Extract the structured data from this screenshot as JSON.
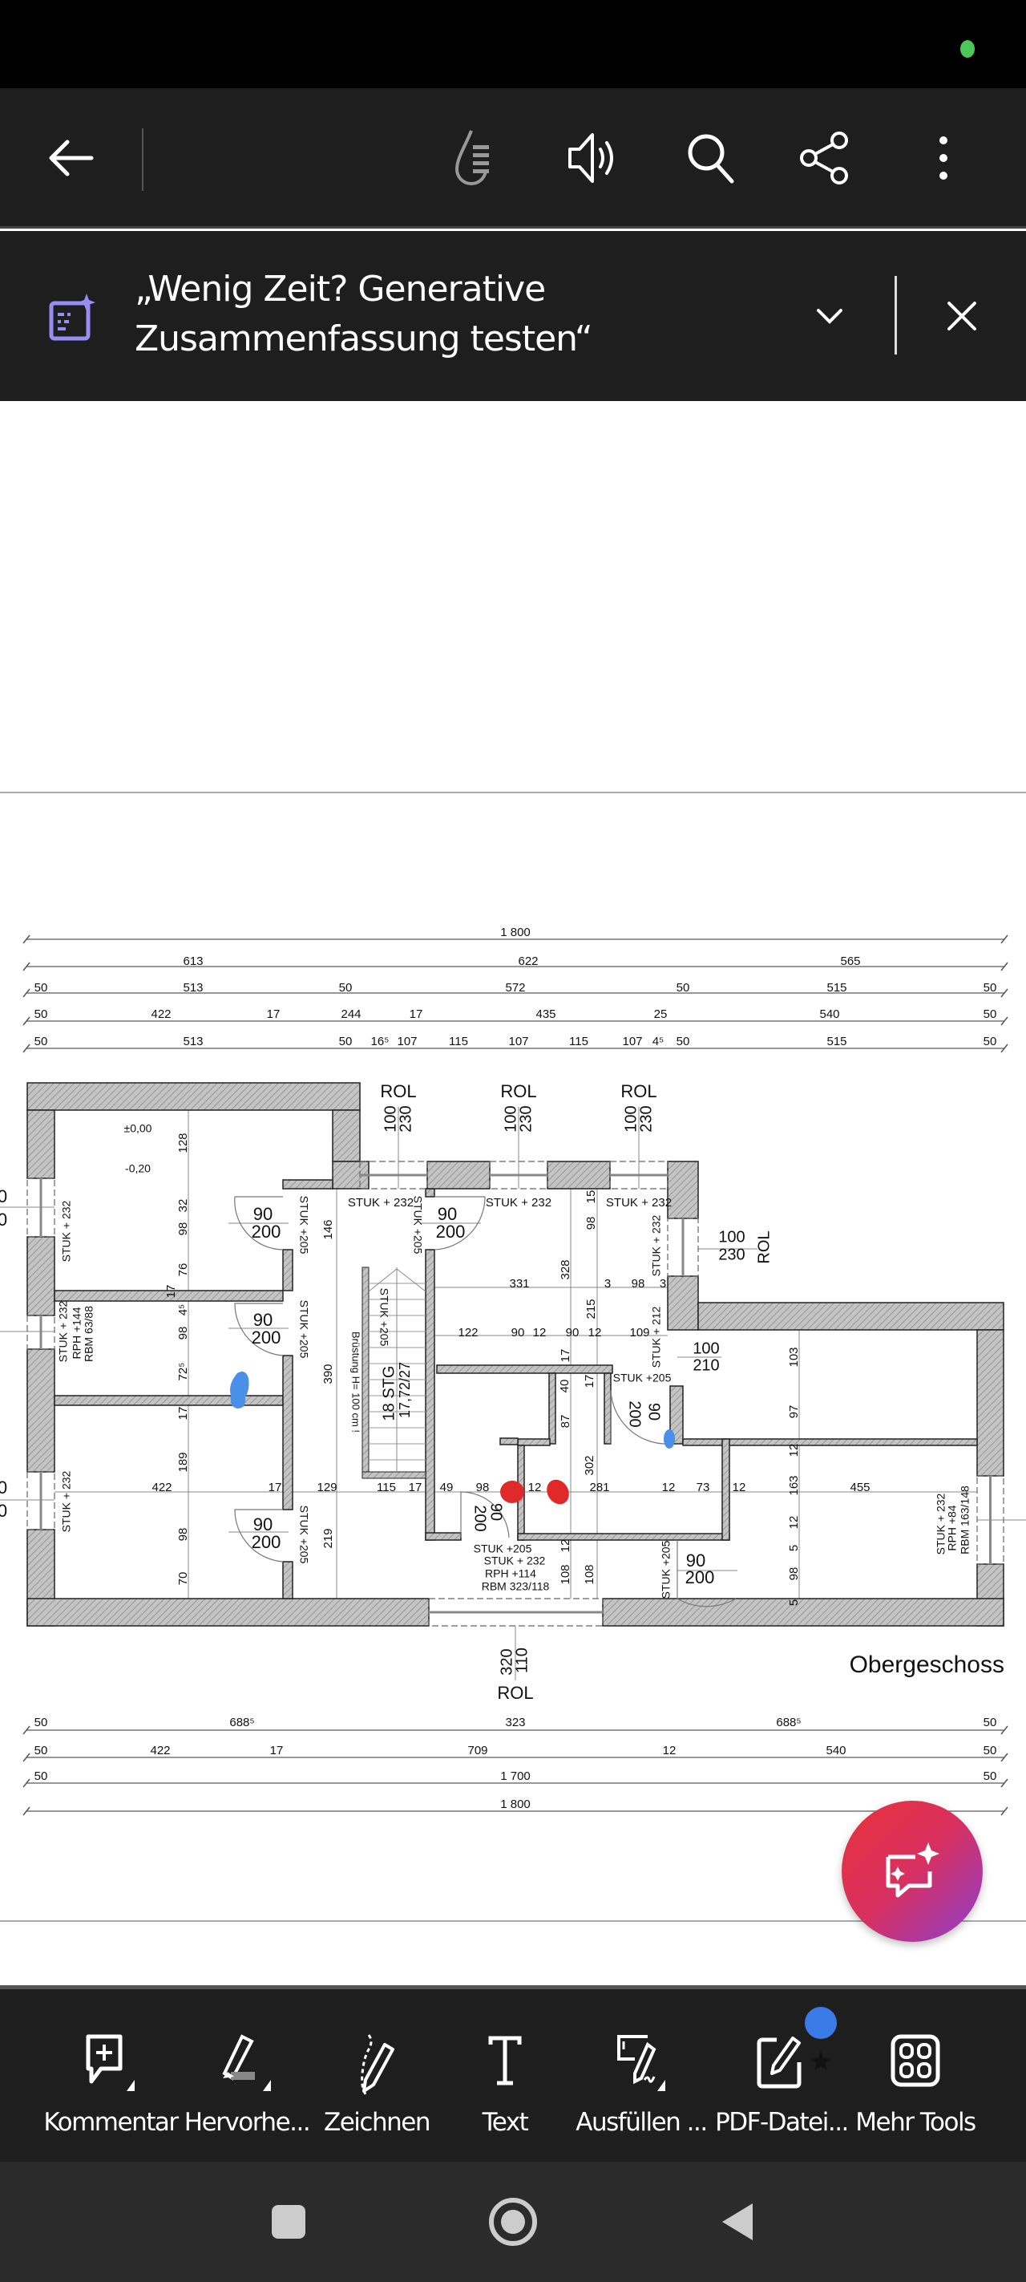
{
  "header": {
    "back_icon": "arrow-left-icon",
    "actions": [
      "liquid-mode-icon",
      "read-aloud-icon",
      "search-icon",
      "share-icon",
      "more-icon"
    ]
  },
  "banner": {
    "line1": "„Wenig Zeit? Generative",
    "line2": "Zusammenfassung testen“",
    "icon": "ai-summary-icon",
    "accent": "#9b8cf5"
  },
  "plan": {
    "labels": [
      "ROL",
      "ROL",
      "ROL",
      "100",
      "230",
      "100",
      "230",
      "100",
      "230",
      "STUK + 232",
      "STUK + 232",
      "STUK + 232",
      "STUK + 232",
      "±0,00",
      "-0,20",
      "128",
      "32",
      "98",
      "76",
      "17",
      "4⁵",
      "98",
      "72⁵",
      "17",
      "189",
      "98",
      "70",
      "90",
      "200",
      "90",
      "200",
      "90",
      "200",
      "90",
      "200",
      "90",
      "200",
      "STUK +205",
      "STUK +205",
      "STUK +205",
      "STUK +205",
      "146",
      "390",
      "219",
      "Brüstung H= 100 cm !",
      "STUK +205",
      "18 STG",
      "17,72/27",
      "331",
      "3",
      "98",
      "3",
      "122",
      "90",
      "12",
      "90",
      "12",
      "109",
      "328",
      "15",
      "98",
      "215",
      "17",
      "40",
      "17",
      "87",
      "302",
      "12",
      "108",
      "108",
      "STUK + 212",
      "100",
      "210",
      "STUK +205",
      "STUK + 232",
      "100",
      "230",
      "ROL",
      "103",
      "97",
      "12",
      "163",
      "12",
      "5",
      "98",
      "5",
      "422",
      "17",
      "129",
      "115",
      "17",
      "49",
      "98",
      "12",
      "281",
      "12",
      "73",
      "12",
      "455",
      "STUK + 232",
      "STUK +205",
      "STUK + 232",
      "RPH    +114",
      "RBM 323/118",
      "200",
      "90",
      "200",
      "90",
      "STUK +205",
      "STUK + 232",
      "RPH    +84",
      "RBM 163/148",
      "STUK + 232",
      "RPH    +144",
      "RBM 63/88",
      "320",
      "110",
      "ROL",
      "Obergeschoss",
      "50",
      "688⁵",
      "323",
      "688⁵",
      "50",
      "50",
      "422",
      "17",
      "709",
      "12",
      "540",
      "50",
      "50",
      "1 700",
      "50",
      "1 800",
      "1 800",
      "613",
      "622",
      "565",
      "50",
      "513",
      "50",
      "572",
      "50",
      "515",
      "50",
      "50",
      "422",
      "17",
      "244",
      "17",
      "435",
      "25",
      "540",
      "50",
      "50",
      "513",
      "50",
      "16⁵",
      "107",
      "115",
      "107",
      "115",
      "107",
      "4⁵",
      "50",
      "515",
      "50",
      "0",
      "0",
      "0",
      "0"
    ],
    "markup_colors": {
      "blue": "#4a90e8",
      "red": "#e02a2a"
    }
  },
  "fab": {
    "icon": "ai-assistant-icon"
  },
  "toolbar": {
    "items": [
      {
        "label": "Kommentar",
        "icon": "comment-add-icon"
      },
      {
        "label": "Hervorhe...",
        "icon": "highlight-icon"
      },
      {
        "label": "Zeichnen",
        "icon": "draw-icon"
      },
      {
        "label": "Text",
        "icon": "text-icon"
      },
      {
        "label": "Ausfüllen ...",
        "icon": "fill-sign-icon"
      },
      {
        "label": "PDF-Datei...",
        "icon": "edit-pdf-icon"
      },
      {
        "label": "Mehr Tools",
        "icon": "more-tools-icon"
      }
    ],
    "badge_color": "#3b7be8"
  },
  "navbar": {
    "buttons": [
      "recents",
      "home",
      "back"
    ]
  }
}
